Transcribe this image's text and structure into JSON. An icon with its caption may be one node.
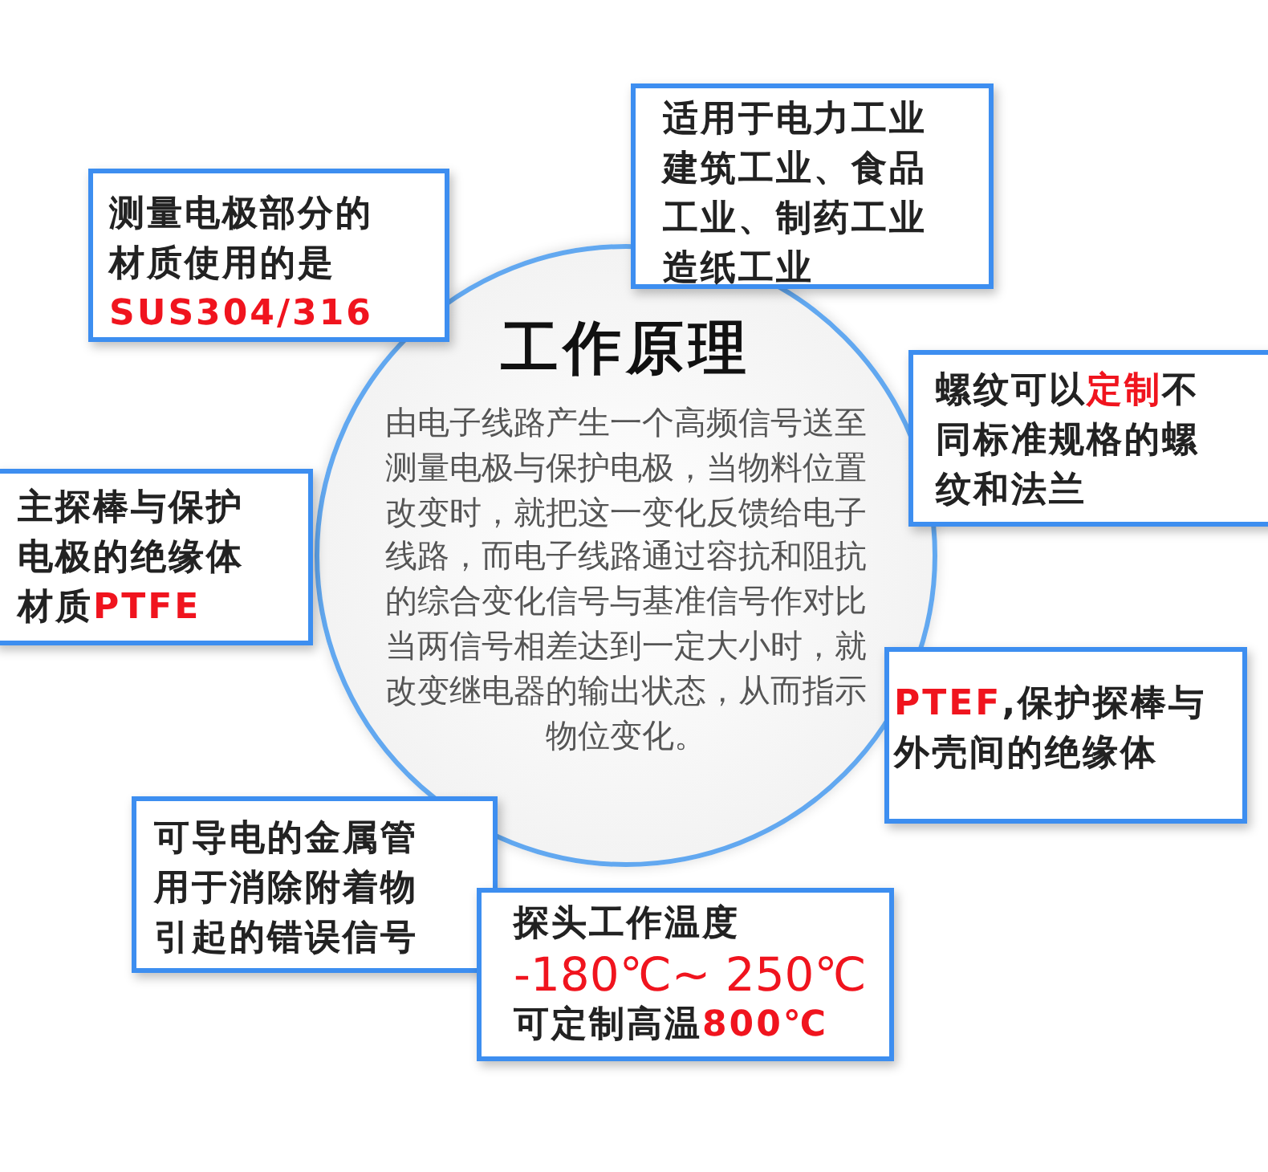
{
  "diagram": {
    "nodes": [
      {
        "text": [
          "适用于电力工业建筑工业、食品工业、制药工业造纸工业"
        ]
      },
      {
        "text": [
          "测量电极部分的材质使用的是**SUS304/316**"
        ]
      },
      {
        "text": [
          "工作原理",
          "由电子线路产生一个高频信号送至测量电极与保护电极，当物料位置改变时，就把这一变化反馈给电子线路，而电子线路通过容抗和阻抗的综合变化信号与基准信号作对比当两信号相差达到一定大小时，就改变继电器的输出状态，从而指示物位变化。"
        ]
      },
      {
        "text": [
          "螺纹可以**定制**不同标准规格的螺纹和法兰"
        ]
      },
      {
        "text": [
          "主探棒与保护电极的绝缘体材质**PTFE**"
        ]
      },
      {
        "text": [
          "**PTEF**,保护探棒与外壳间的绝缘体"
        ]
      },
      {
        "text": [
          "可导电的金属管用于消除附着物引起的错误信号"
        ]
      },
      {
        "text": [
          "探头工作温度",
          "-180℃~ 250℃",
          "可定制高温**800℃**"
        ]
      }
    ]
  }
}
